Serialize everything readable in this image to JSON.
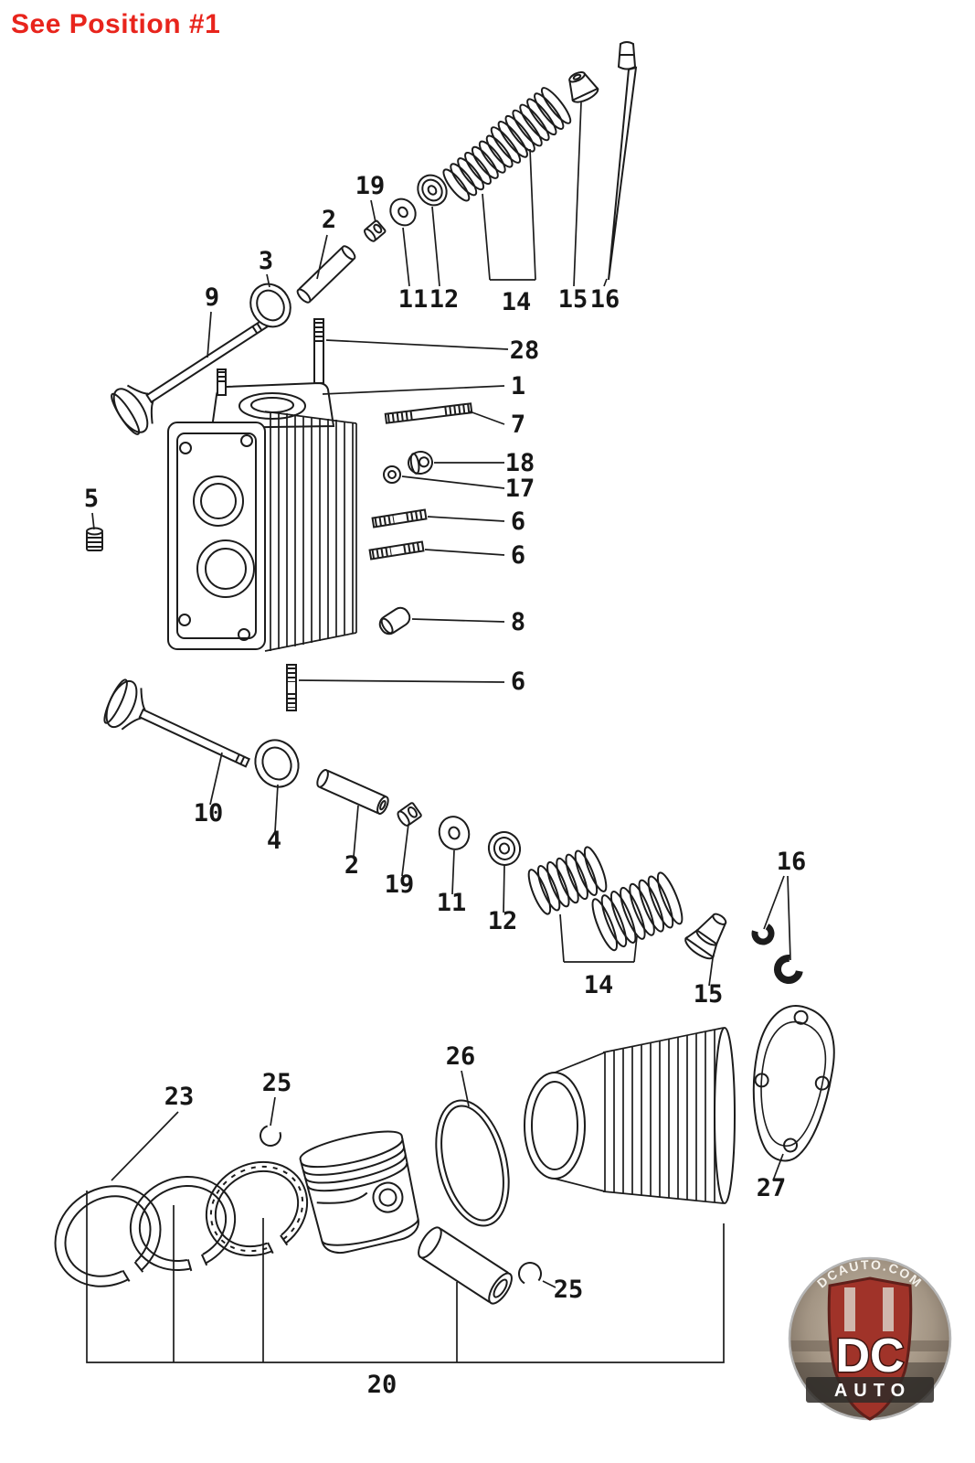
{
  "header": {
    "title": "See Position #1"
  },
  "colors": {
    "title_red": "#e8241c",
    "line": "#1c1c1c",
    "logo_maroon": "#a03329"
  },
  "diagram": {
    "type": "exploded-parts-diagram",
    "subject": "cylinder head with valves, springs, studs, piston and cylinder",
    "labels": [
      "2",
      "19",
      "3",
      "9",
      "11",
      "12",
      "14",
      "15",
      "16",
      "28",
      "1",
      "7",
      "18",
      "17",
      "6",
      "6",
      "5",
      "8",
      "6",
      "10",
      "4",
      "2",
      "19",
      "11",
      "12",
      "14",
      "15",
      "16",
      "23",
      "25",
      "26",
      "27",
      "25",
      "20"
    ]
  },
  "watermark": {
    "domain": "DCAUTO.COM",
    "brand": "DC",
    "brand_sub": "AUTO"
  }
}
